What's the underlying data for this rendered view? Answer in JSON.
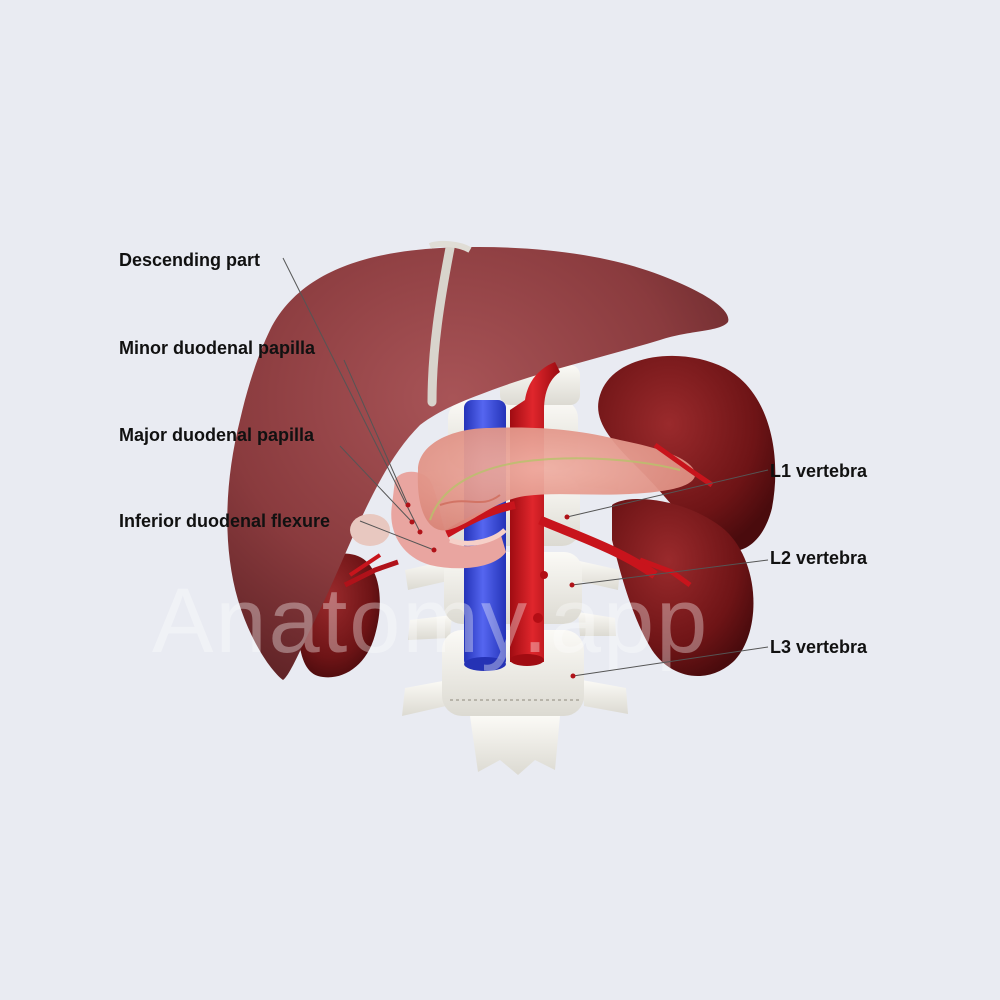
{
  "labels": {
    "descending_part": "Descending part",
    "minor_papilla": "Minor duodenal papilla",
    "major_papilla": "Major duodenal papilla",
    "inferior_flexure": "Inferior duodenal flexure",
    "l1": "L1 vertebra",
    "l2": "L2 vertebra",
    "l3": "L3 vertebra"
  },
  "watermark": "Anatomy.app",
  "colors": {
    "background": "#e9ebf2",
    "liver": "#8a3b3e",
    "kidney": "#6e1416",
    "pancreas": "#e59a8e",
    "vena_cava": "#3a48d8",
    "aorta": "#c8141c",
    "bone": "#f2f1ec",
    "leader_line": "#555555"
  }
}
